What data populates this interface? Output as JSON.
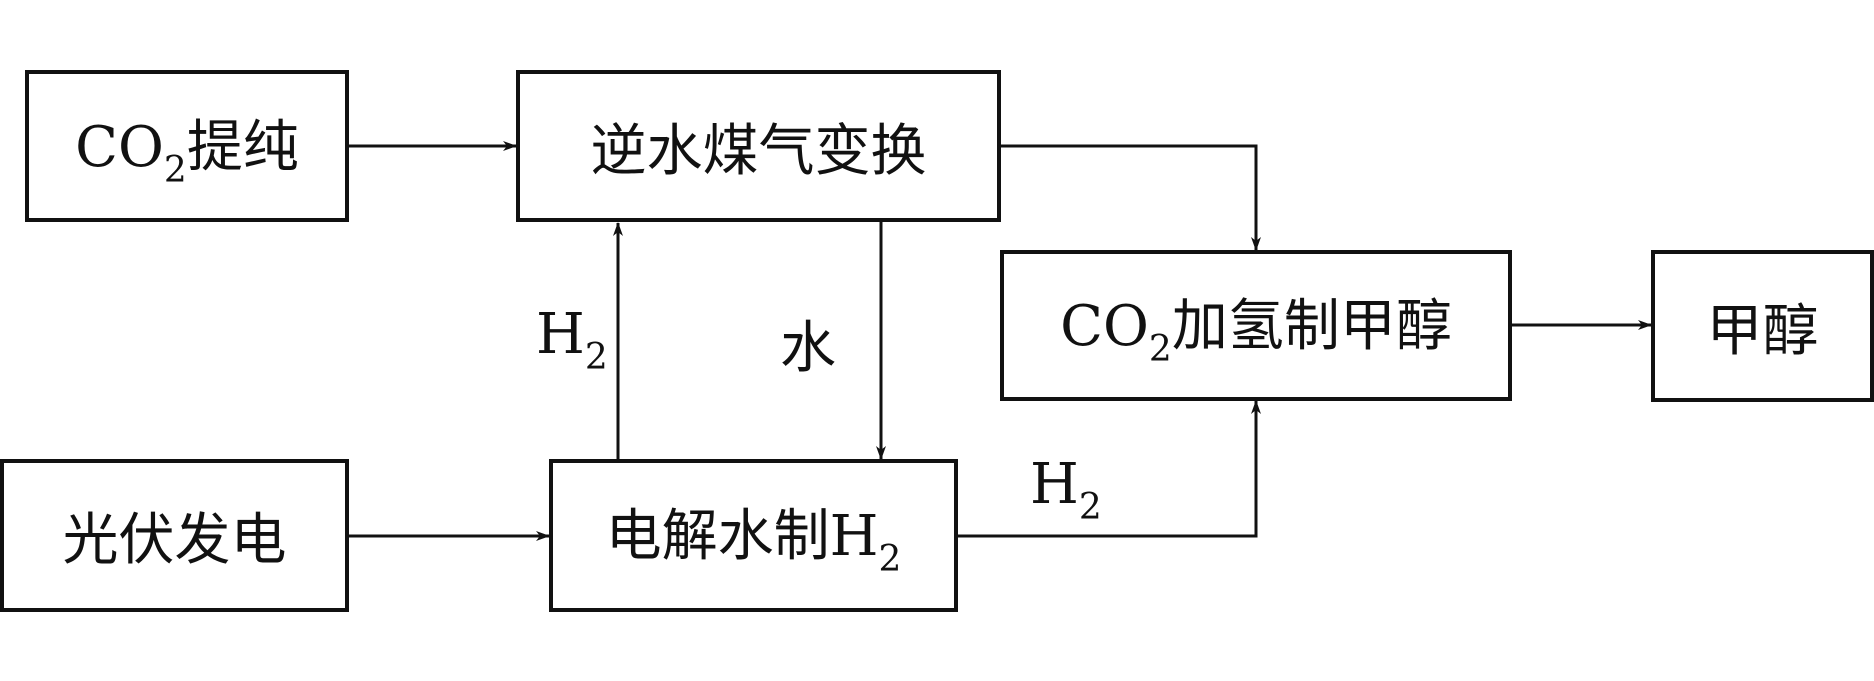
{
  "nodes": {
    "co2_purify": {
      "pre": "CO",
      "sub": "2",
      "post": "提纯"
    },
    "rwgs": {
      "text": "逆水煤气变换"
    },
    "co2_to_methanol": {
      "pre": "CO",
      "sub": "2",
      "post": "加氢制甲醇"
    },
    "methanol": {
      "text": "甲醇"
    },
    "pv_power": {
      "text": "光伏发电"
    },
    "electrolysis": {
      "pre": "电解水制H",
      "sub": "2",
      "post": ""
    }
  },
  "edge_labels": {
    "h2_up": {
      "pre": "H",
      "sub": "2"
    },
    "water_down": {
      "text": "水"
    },
    "h2_right": {
      "pre": "H",
      "sub": "2"
    }
  }
}
